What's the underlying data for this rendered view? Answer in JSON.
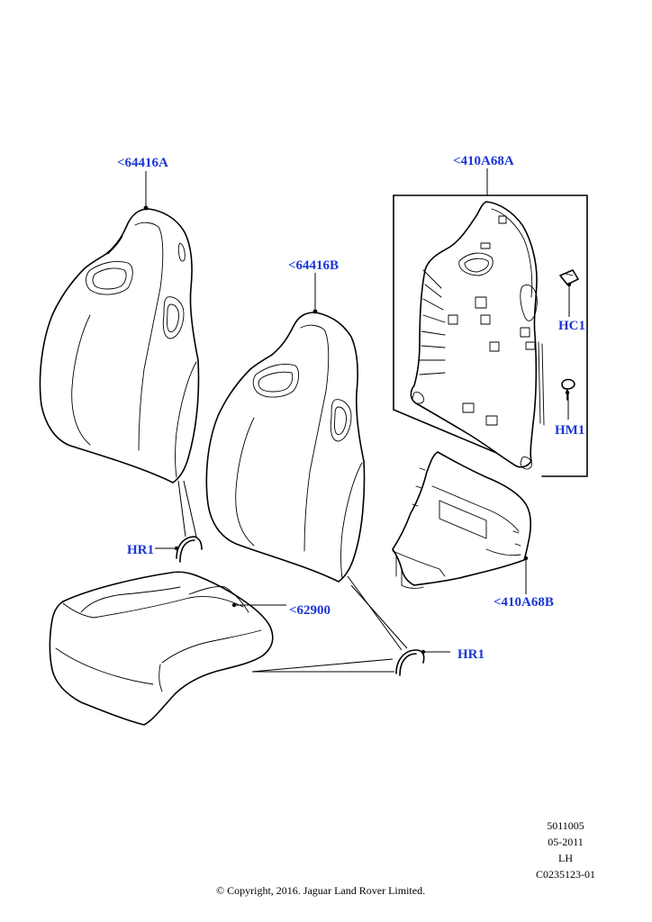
{
  "colors": {
    "callout": "#1a35d6",
    "line": "#000000",
    "background": "#ffffff"
  },
  "callouts": {
    "backrest_a": "<64416A",
    "backrest_b": "<64416B",
    "back_panel_a": "<410A68A",
    "back_panel_b": "<410A68B",
    "clip_hc1": "HC1",
    "clip_hm1": "HM1",
    "hog_ring_left": "HR1",
    "hog_ring_right": "HR1",
    "cushion": "<62900"
  },
  "info_block": {
    "line1": "5011005",
    "line2": "05-2011",
    "line3": "LH",
    "line4": "C0235123-01"
  },
  "copyright": "© Copyright, 2016. Jaguar Land Rover Limited."
}
